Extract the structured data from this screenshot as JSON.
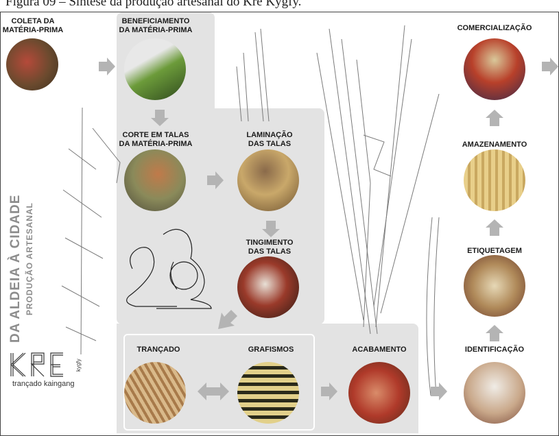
{
  "caption": "Figura 09 – Síntese da produção artesanal do Kre Kygfy.",
  "vertical": {
    "title": "DA ALDEIA À CIDADE",
    "subtitle": "PRODUÇÃO ARTESANAL"
  },
  "logo": {
    "main": "KRE",
    "small": "kygfy",
    "subtitle": "trançado kaingang"
  },
  "steps": {
    "coleta": "COLETA DA\nMATÉRIA-PRIMA",
    "beneficiamento": "BENEFICIAMENTO\nDA MATÉRIA-PRIMA",
    "corte": "CORTE EM TALAS\nDA MATÉRIA-PRIMA",
    "laminacao": "LAMINAÇÃO\nDAS TALAS",
    "tingimento": "TINGIMENTO\nDAS TALAS",
    "trancado": "TRANÇADO",
    "grafismos": "GRAFISMOS",
    "acabamento": "ACABAMENTO",
    "identificacao": "IDENTIFICAÇÃO",
    "etiquetagem": "ETIQUETAGEM",
    "armazenamento": "AMAZENAMENTO",
    "comercializacao": "COMERCIALIZAÇÃO"
  },
  "colors": {
    "arrow": "#b4b4b4",
    "panel": "#e3e3e3",
    "vertical_text": "#8c8c8c"
  }
}
